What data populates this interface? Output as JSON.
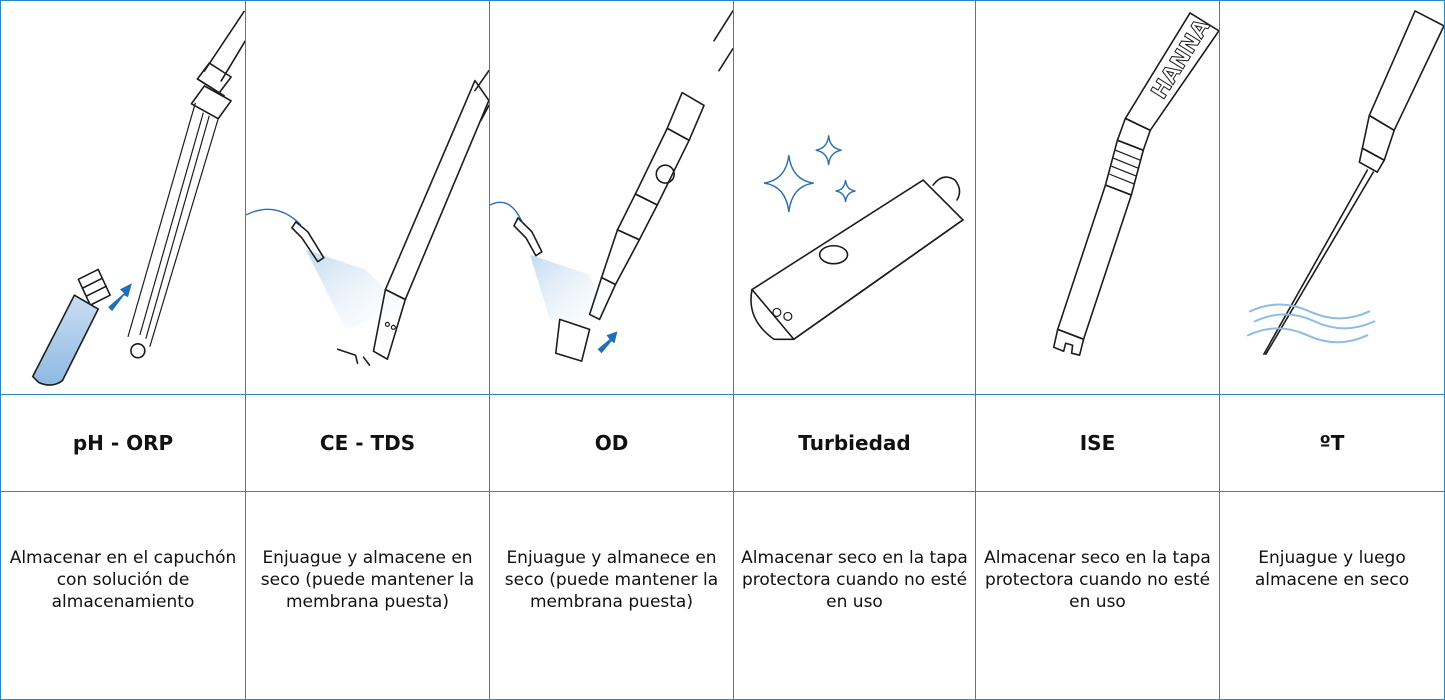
{
  "columns": [
    {
      "title": "pH - ORP",
      "description": "Almacenar en el capuchón con solución de almacenamiento",
      "icon": "ph-electrode-cap-icon"
    },
    {
      "title": "CE - TDS",
      "description": "Enjuague y almacene en seco (puede mantener la membrana puesta)",
      "icon": "ec-probe-rinse-icon"
    },
    {
      "title": "OD",
      "description": "Enjuague y almanece en seco (puede mantener la membrana puesta)",
      "icon": "do-probe-rinse-icon"
    },
    {
      "title": "Turbiedad",
      "description": "Almacenar seco en la tapa protectora cuando no esté en uso",
      "icon": "turbidity-probe-clean-icon"
    },
    {
      "title": "ISE",
      "description": "Almacenar seco en la tapa protectora cuando no esté en uso",
      "icon": "ise-probe-icon"
    },
    {
      "title": "ºT",
      "description": "Enjuague y luego almacene en seco",
      "icon": "temperature-probe-icon"
    }
  ],
  "brand_text": "HANNA",
  "colors": {
    "grid": "#2a86c6",
    "accent": "#1f6fb8",
    "liquid": "#a9cbea"
  }
}
